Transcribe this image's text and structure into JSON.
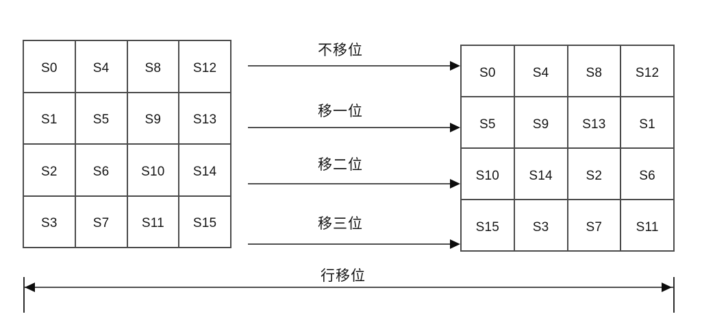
{
  "diagram": {
    "title": "行移位",
    "bottom_caption": "行移位",
    "input_matrix": {
      "name": "state-matrix-before",
      "rows": [
        [
          "S0",
          "S4",
          "S8",
          "S12"
        ],
        [
          "S1",
          "S5",
          "S9",
          "S13"
        ],
        [
          "S2",
          "S6",
          "S10",
          "S14"
        ],
        [
          "S3",
          "S7",
          "S11",
          "S15"
        ]
      ]
    },
    "output_matrix": {
      "name": "state-matrix-after",
      "rows": [
        [
          "S0",
          "S4",
          "S8",
          "S12"
        ],
        [
          "S5",
          "S9",
          "S13",
          "S1"
        ],
        [
          "S10",
          "S14",
          "S2",
          "S6"
        ],
        [
          "S15",
          "S3",
          "S7",
          "S11"
        ]
      ]
    },
    "shift_operations": [
      {
        "label": "不移位",
        "shift": 0
      },
      {
        "label": "移一位",
        "shift": 1
      },
      {
        "label": "移二位",
        "shift": 2
      },
      {
        "label": "移三位",
        "shift": 3
      }
    ],
    "colors": {
      "grid_line": "#4a4a4a",
      "arrow_line": "#4f4f4f",
      "arrow_head": "#0d0d0d",
      "text": "#141414",
      "background": "#ffffff"
    }
  }
}
